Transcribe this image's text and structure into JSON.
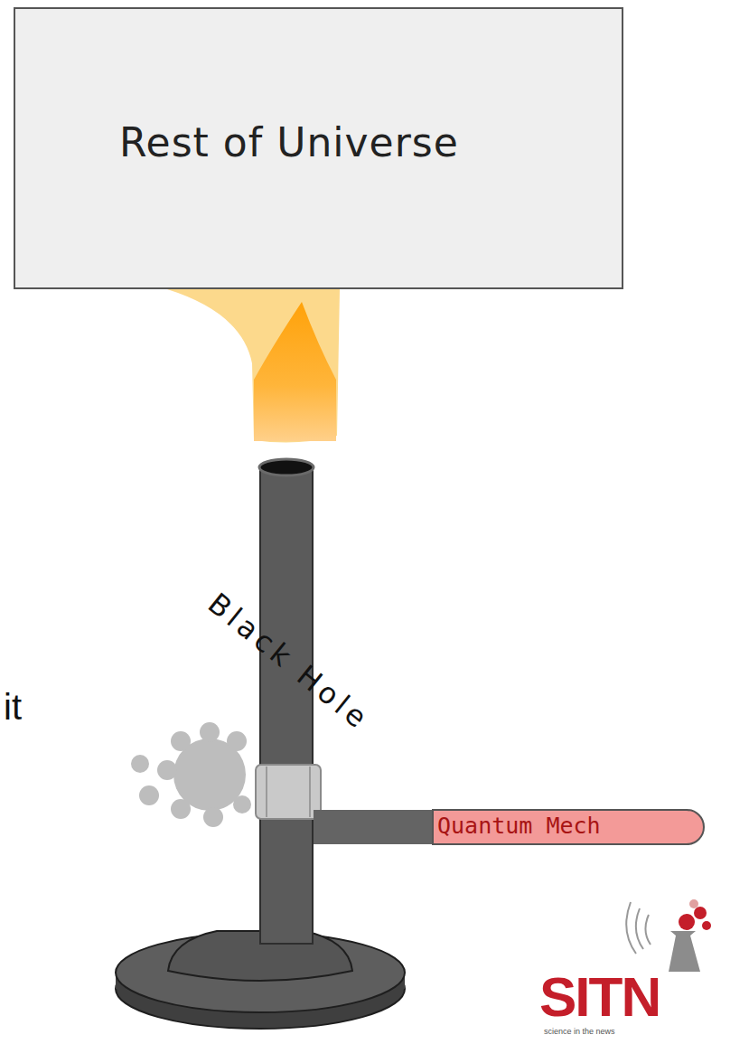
{
  "diagram": {
    "nodes": [
      {
        "text": [
          "Rest of Universe"
        ]
      },
      {
        "text": [
          "Black Hole"
        ]
      },
      {
        "text": [
          "Quantum Mech"
        ]
      }
    ],
    "edges": [
      {
        "from": 1,
        "to": 2,
        "arrow": "none"
      }
    ],
    "labels": [
      "it",
      "SITN",
      "science in the news"
    ]
  }
}
